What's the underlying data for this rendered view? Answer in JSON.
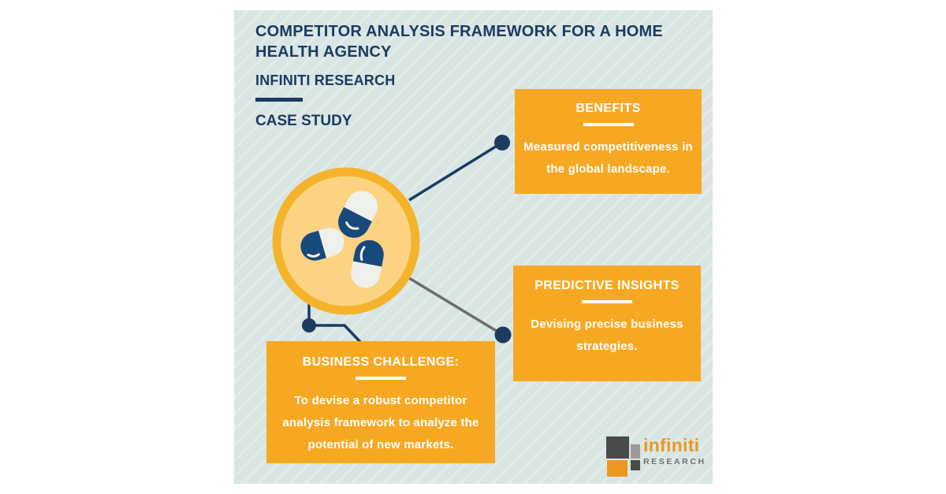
{
  "header": {
    "title": "COMPETITOR ANALYSIS FRAMEWORK FOR A HOME HEALTH AGENCY",
    "brand": "INFINITI RESEARCH",
    "label": "CASE STUDY"
  },
  "callouts": {
    "benefits": {
      "title": "BENEFITS",
      "body": "Measured competitiveness in the global landscape."
    },
    "predictive": {
      "title": "PREDICTIVE INSIGHTS",
      "body": "Devising precise business strategies."
    },
    "challenge": {
      "title": "BUSINESS CHALLENGE:",
      "body": "To devise a robust competitor analysis framework to analyze the potential of new markets."
    }
  },
  "illustration": {
    "icon": "pills-icon"
  },
  "logo": {
    "name": "infiniti",
    "subtitle": "RESEARCH"
  },
  "colors": {
    "page_bg": "#ffffff",
    "panel_bg": "#d8e5e2",
    "stripe": "#e3ece9",
    "accent_orange": "#f7a823",
    "navy": "#1c3b61",
    "capsule_navy": "#17497c",
    "circle_ring": "#f5b32b",
    "circle_fill": "#fbd382",
    "connector_gray": "#6c6e6e",
    "white": "#ffffff",
    "logo_dark": "#4a4a4a",
    "logo_gray": "#9b9b9b",
    "logo_orange": "#ee9720",
    "logo_text_gray": "#6e7174"
  }
}
